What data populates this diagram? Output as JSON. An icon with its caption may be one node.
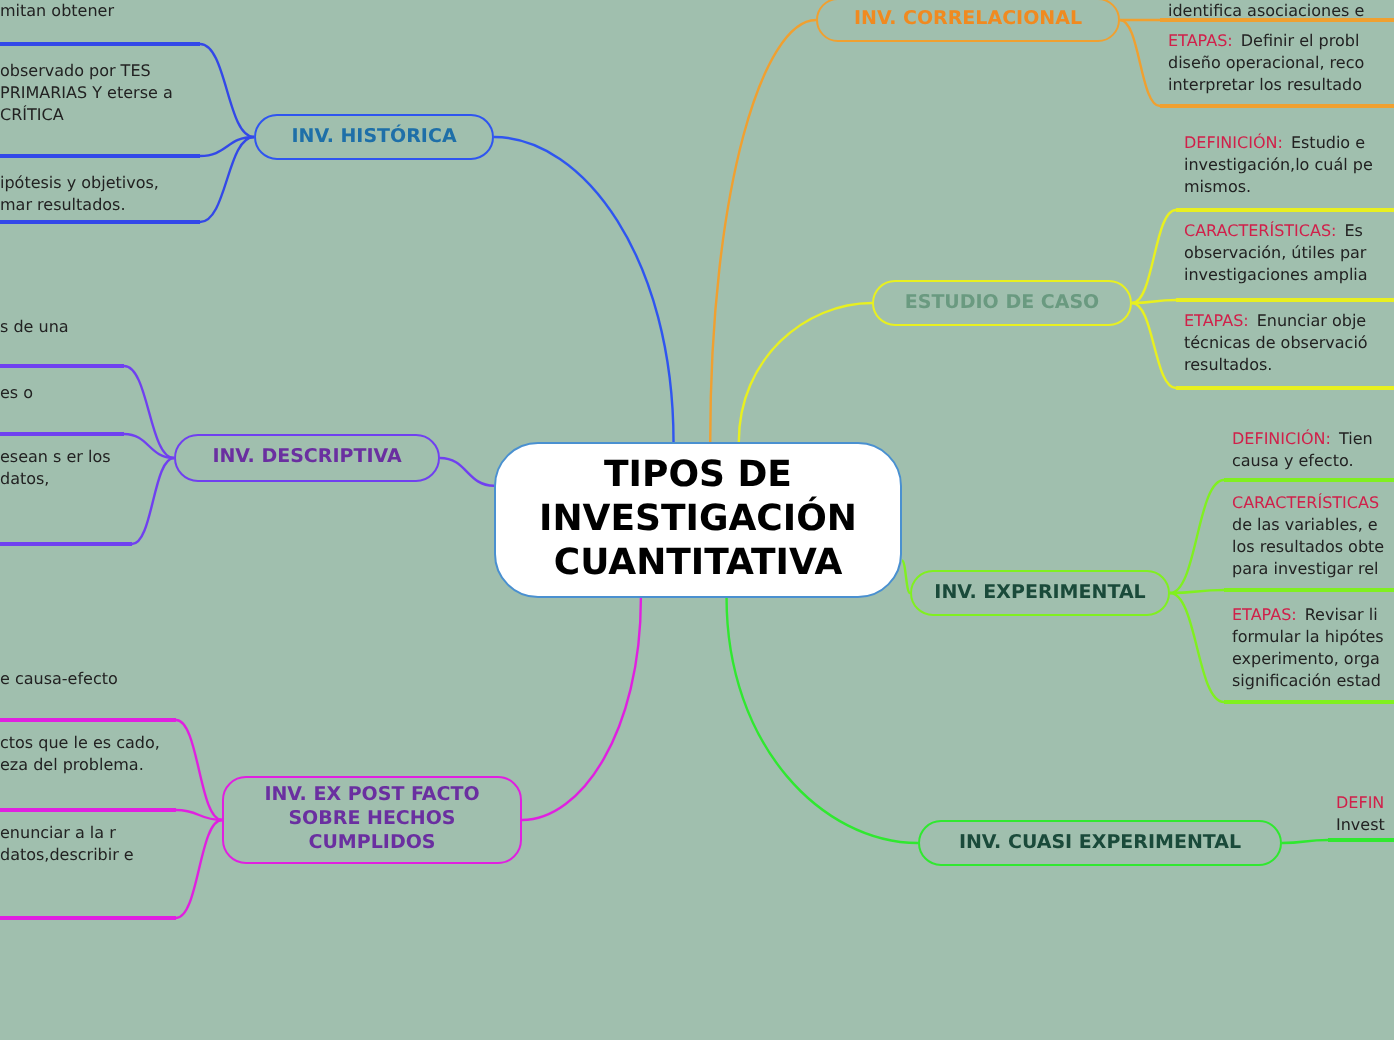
{
  "diagram": {
    "nodes": [
      {
        "text": [
          "TIPOS DE INVESTIGACIÓN CUANTITATIVA"
        ]
      },
      {
        "text": [
          "INV. HISTÓRICA"
        ]
      },
      {
        "text": [
          "mitan obtener"
        ]
      },
      {
        "text": [
          "observado por TES PRIMARIAS Y eterse a CRÍTICA"
        ]
      },
      {
        "text": [
          "ipótesis y objetivos, mar resultados."
        ]
      },
      {
        "text": [
          "INV. DESCRIPTIVA"
        ]
      },
      {
        "text": [
          "s de una"
        ]
      },
      {
        "text": [
          "es o"
        ]
      },
      {
        "text": [
          "esean s er los datos,"
        ]
      },
      {
        "text": [
          "INV. EX POST FACTO SOBRE HECHOS CUMPLIDOS"
        ]
      },
      {
        "text": [
          "e causa-efecto"
        ]
      },
      {
        "text": [
          "ctos que le es cado, eza del problema."
        ]
      },
      {
        "text": [
          "enunciar a la r datos,describir e"
        ]
      },
      {
        "text": [
          "INV. CORRELACIONAL"
        ]
      },
      {
        "text": [
          "identifica asociaciones e"
        ]
      },
      {
        "text": [
          "ETAPAS:",
          "Definir el probl diseño operacional, reco interpretar los resultado"
        ]
      },
      {
        "text": [
          "ESTUDIO DE CASO"
        ]
      },
      {
        "text": [
          "DEFINICIÓN:",
          "Estudio e investigación,lo cuál pe mismos."
        ]
      },
      {
        "text": [
          "CARACTERÍSTICAS:",
          "Es observación, útiles par investigaciones amplia"
        ]
      },
      {
        "text": [
          "ETAPAS:",
          "Enunciar obje técnicas de observació resultados."
        ]
      },
      {
        "text": [
          "INV. EXPERIMENTAL"
        ]
      },
      {
        "text": [
          "DEFINICIÓN:",
          "Tien causa y efecto."
        ]
      },
      {
        "text": [
          "CARACTERÍSTICAS",
          "de las variables, e los resultados obte para investigar rel"
        ]
      },
      {
        "text": [
          "ETAPAS:",
          "Revisar li formular la hipótes experimento, orga significación estad"
        ]
      },
      {
        "text": [
          "INV. CUASI EXPERIMENTAL"
        ]
      },
      {
        "text": [
          "DEFIN",
          "Invest"
        ]
      }
    ],
    "edges": [
      {
        "from": 0,
        "to": 1,
        "arrow": "none",
        "color": "#2f55f0"
      },
      {
        "from": 1,
        "to": 2,
        "arrow": "none",
        "color": "#3348e8"
      },
      {
        "from": 1,
        "to": 3,
        "arrow": "none",
        "color": "#3348e8"
      },
      {
        "from": 1,
        "to": 4,
        "arrow": "none",
        "color": "#3348e8"
      },
      {
        "from": 0,
        "to": 5,
        "arrow": "none",
        "color": "#7040f0"
      },
      {
        "from": 5,
        "to": 6,
        "arrow": "none",
        "color": "#7040f0"
      },
      {
        "from": 5,
        "to": 7,
        "arrow": "none",
        "color": "#7040f0"
      },
      {
        "from": 5,
        "to": 8,
        "arrow": "none",
        "color": "#7040f0"
      },
      {
        "from": 0,
        "to": 9,
        "arrow": "none",
        "color": "#e020e0"
      },
      {
        "from": 9,
        "to": 10,
        "arrow": "none",
        "color": "#e020e0"
      },
      {
        "from": 9,
        "to": 11,
        "arrow": "none",
        "color": "#e020e0"
      },
      {
        "from": 9,
        "to": 12,
        "arrow": "none",
        "color": "#e020e0"
      },
      {
        "from": 0,
        "to": 13,
        "arrow": "none",
        "color": "#f0a030"
      },
      {
        "from": 13,
        "to": 14,
        "arrow": "none",
        "color": "#f0a030"
      },
      {
        "from": 13,
        "to": 15,
        "arrow": "none",
        "color": "#f0a030"
      },
      {
        "from": 0,
        "to": 16,
        "arrow": "none",
        "color": "#e8f020"
      },
      {
        "from": 16,
        "to": 17,
        "arrow": "none",
        "color": "#e8f020"
      },
      {
        "from": 16,
        "to": 18,
        "arrow": "none",
        "color": "#e8f020"
      },
      {
        "from": 16,
        "to": 19,
        "arrow": "none",
        "color": "#e8f020"
      },
      {
        "from": 0,
        "to": 20,
        "arrow": "none",
        "color": "#80f020"
      },
      {
        "from": 20,
        "to": 21,
        "arrow": "none",
        "color": "#80f020"
      },
      {
        "from": 20,
        "to": 22,
        "arrow": "none",
        "color": "#80f020"
      },
      {
        "from": 20,
        "to": 23,
        "arrow": "none",
        "color": "#80f020"
      },
      {
        "from": 0,
        "to": 24,
        "arrow": "none",
        "color": "#30e830"
      },
      {
        "from": 24,
        "to": 25,
        "arrow": "none",
        "color": "#30e830"
      }
    ]
  }
}
